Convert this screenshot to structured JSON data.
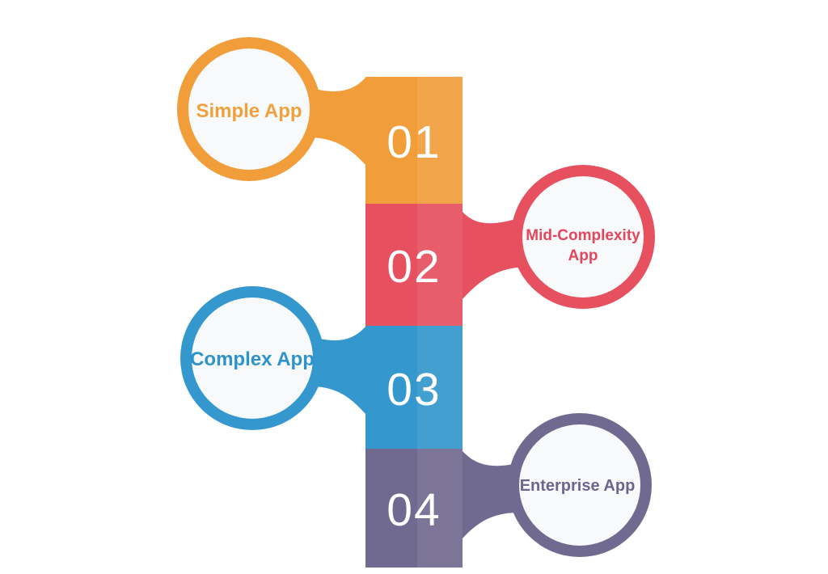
{
  "theme": {
    "background": "#ffffff",
    "circle_fill": "#f8f9fb",
    "number_color": "#ffffff"
  },
  "steps": [
    {
      "number": "01",
      "label": "Simple App",
      "side": "left",
      "color": "#f09d3a",
      "label_color": "#f0a13d"
    },
    {
      "number": "02",
      "label": "Mid-Complexity App",
      "label_lines": [
        "Mid-Complexity",
        "App"
      ],
      "side": "right",
      "color": "#e6505f",
      "label_color": "#e4465c"
    },
    {
      "number": "03",
      "label": "Complex App",
      "side": "left",
      "color": "#3497cd",
      "label_color": "#2e93ca"
    },
    {
      "number": "04",
      "label": "Enterprise App",
      "side": "right",
      "color": "#716a90",
      "label_color": "#6c6590"
    }
  ]
}
